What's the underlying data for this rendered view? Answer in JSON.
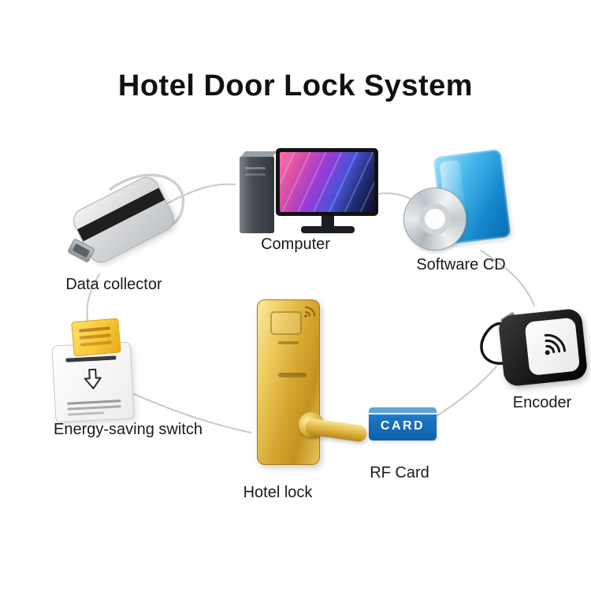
{
  "title": "Hotel Door Lock System",
  "nodes": {
    "computer": {
      "label": "Computer"
    },
    "software_cd": {
      "label": "Software CD"
    },
    "data_collector": {
      "label": "Data collector"
    },
    "encoder": {
      "label": "Encoder"
    },
    "energy_switch": {
      "label": "Energy-saving switch"
    },
    "hotel_lock": {
      "label": "Hotel lock"
    },
    "rf_card": {
      "label": "RF Card",
      "card_text": "CARD"
    }
  },
  "colors": {
    "title_color": "#111111",
    "label_color": "#1a1a1a",
    "card_blue": "#1b74c0",
    "software_blue": "#1488cd",
    "lock_gold": "#d4a52f",
    "switch_card_yellow": "#f7c531",
    "connector_line": "#c8c8c8"
  }
}
